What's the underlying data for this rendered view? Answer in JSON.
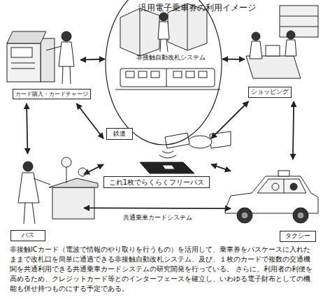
{
  "diagram": {
    "title": "汎用電子乗車券の利用イメージ",
    "caption": "非接触ICカード（電波で情報のやり取りを行うもの）を活用して、乗車券をパスケースに入れたままで改札口を簡単に通過できる非接触自動改札システム、及び、１枚のカードで複数の交通機関を共通利用できる共通乗車カードシステムの研究開発を行っている。 さらに、利用者の利便を高めるため、クレジットカード等とのインターフェースを確立し、いわゆる電子財布としての機能も併せ持つものにする予定である。",
    "nodes": [
      {
        "text": [
          "カード購入・カードチャージ"
        ]
      },
      {
        "text": [
          "非接触自動改札システム"
        ]
      },
      {
        "text": [
          "鉄道"
        ],
        "in": 1
      },
      {
        "text": [
          "ショッピング"
        ]
      },
      {
        "text": [
          "これ1枚でらくらくフリーパス"
        ]
      },
      {
        "text": [
          "バス"
        ]
      },
      {
        "text": [
          "タクシー"
        ]
      }
    ],
    "edges": [
      {
        "from": 0,
        "to": 1,
        "arrow": "both"
      },
      {
        "from": 1,
        "to": 3,
        "arrow": "both"
      },
      {
        "from": 0,
        "to": 5,
        "arrow": "both"
      },
      {
        "from": 3,
        "to": 6,
        "arrow": "both"
      },
      {
        "from": 5,
        "to": 6,
        "arrow": "both",
        "label": "共通乗車カードシステム"
      },
      {
        "from": 4,
        "to": 0,
        "arrow": "both"
      },
      {
        "from": 4,
        "to": 5,
        "arrow": "both"
      },
      {
        "from": 4,
        "to": 3,
        "arrow": "both"
      },
      {
        "from": 4,
        "to": 6,
        "arrow": "both"
      }
    ]
  }
}
